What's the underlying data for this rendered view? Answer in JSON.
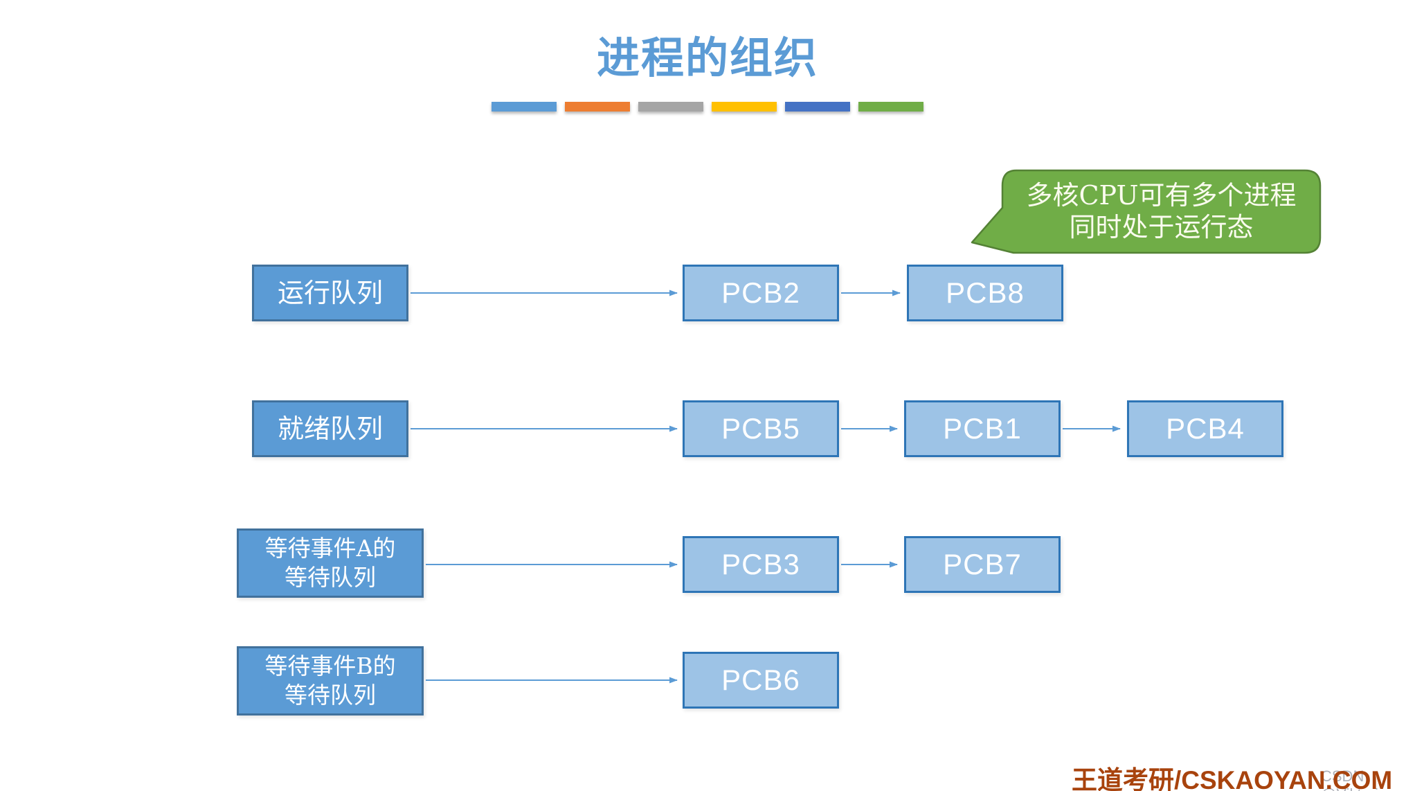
{
  "title": "进程的组织",
  "colors": {
    "title_blue": "#5B9BD5",
    "queue_box_fill": "#5B9BD5",
    "queue_box_border": "#41719C",
    "pcb_box_fill": "#9DC3E6",
    "pcb_box_border": "#2E75B6",
    "arrow_blue": "#5B9BD5",
    "callout_fill": "#70AD47",
    "callout_border": "#548235",
    "brand_red": "#A8430D",
    "watermark_gray": "#AFB1B8",
    "accent_bar_colors": [
      "#5B9BD5",
      "#ED7D31",
      "#A5A5A5",
      "#FFC000",
      "#4472C4",
      "#70AD47"
    ]
  },
  "callout": {
    "lines": [
      "多核CPU可有多个进程",
      "同时处于运行态"
    ]
  },
  "rows": [
    {
      "label_lines": [
        "运行队列"
      ],
      "pcbs": [
        "PCB2",
        "PCB8"
      ]
    },
    {
      "label_lines": [
        "就绪队列"
      ],
      "pcbs": [
        "PCB5",
        "PCB1",
        "PCB4"
      ]
    },
    {
      "label_lines": [
        "等待事件A的",
        "等待队列"
      ],
      "pcbs": [
        "PCB3",
        "PCB7"
      ]
    },
    {
      "label_lines": [
        "等待事件B的",
        "等待队列"
      ],
      "pcbs": [
        "PCB6"
      ]
    }
  ],
  "footer": {
    "brand": "王道考研/CSKAOYAN.COM",
    "watermark": "CSDN @Viktoriae"
  }
}
